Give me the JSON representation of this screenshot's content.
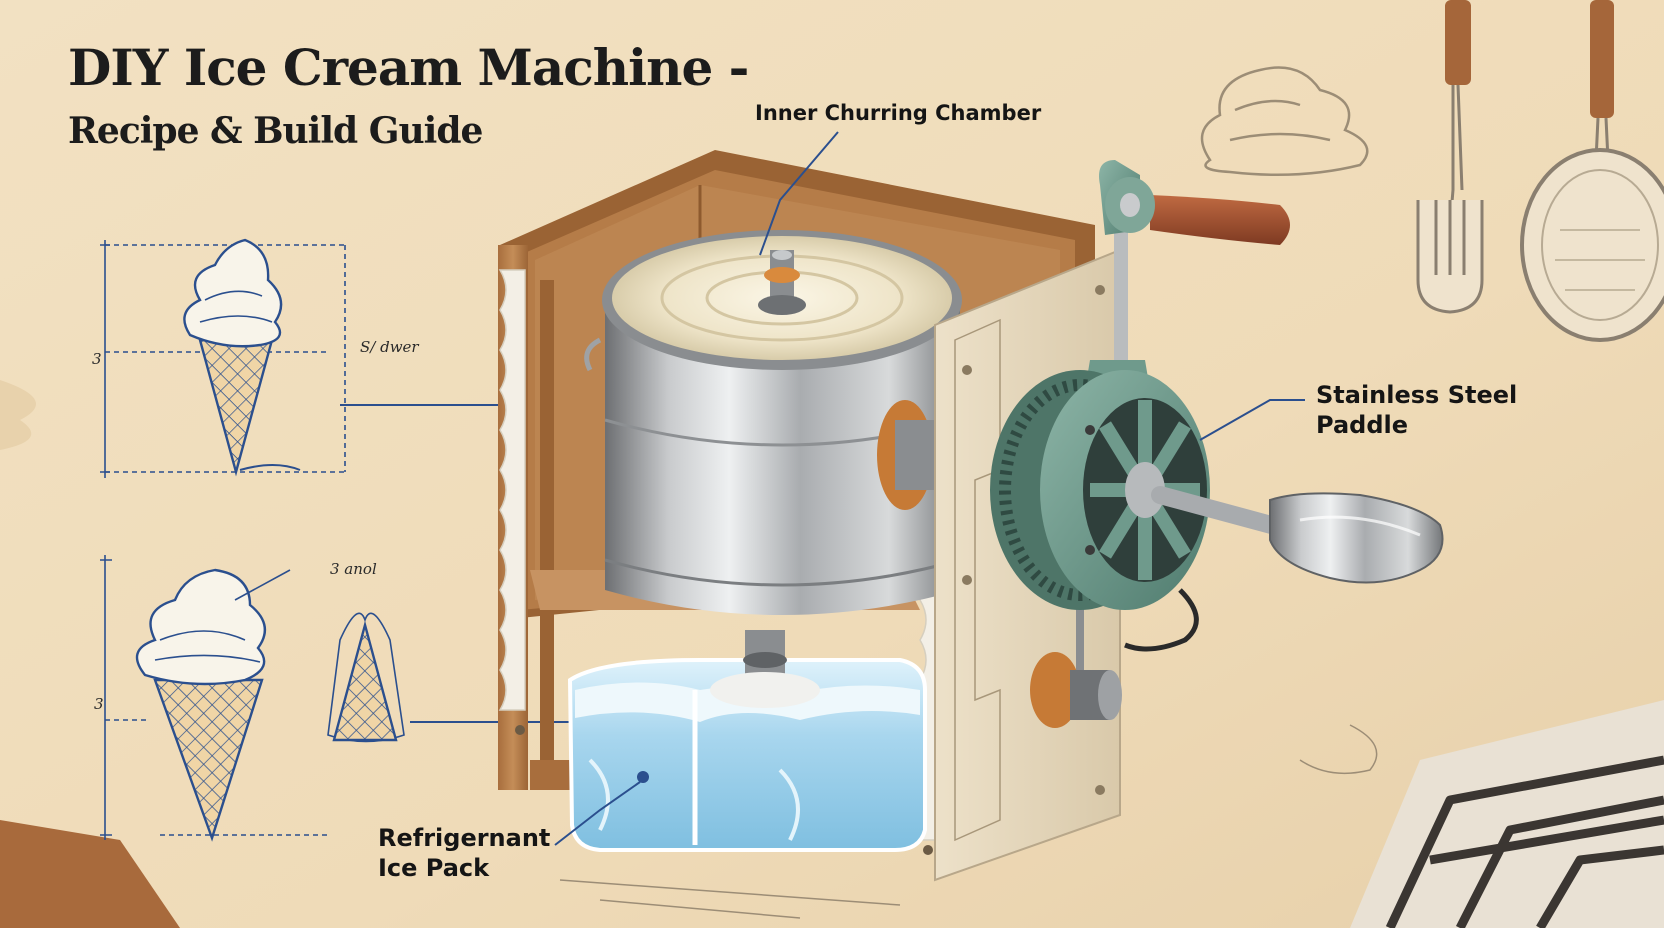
{
  "title": {
    "line1": "DIY Ice Cream Machine -",
    "line2": "Recipe & Build Guide"
  },
  "callouts": {
    "inner_chamber": "Inner Churring Chamber",
    "paddle_line1": "Stainless Steel",
    "paddle_line2": "Paddle",
    "ice_pack_line1": "Refrigernant",
    "ice_pack_line2": "Ice Pack"
  },
  "sketch_labels": {
    "top_dimension": "3",
    "top_side": "S/ dwer",
    "bottom_dimension": "3",
    "bottom_side": "3 anol"
  },
  "colors": {
    "parchment": "#efdcbb",
    "blueprint_ink": "#2b4f8e",
    "motor_green": "#6f9a8c",
    "wood": "#b98552",
    "steel": "#b9bcbe",
    "ice": "#9fd0ea",
    "handle": "#9c4a2c"
  }
}
